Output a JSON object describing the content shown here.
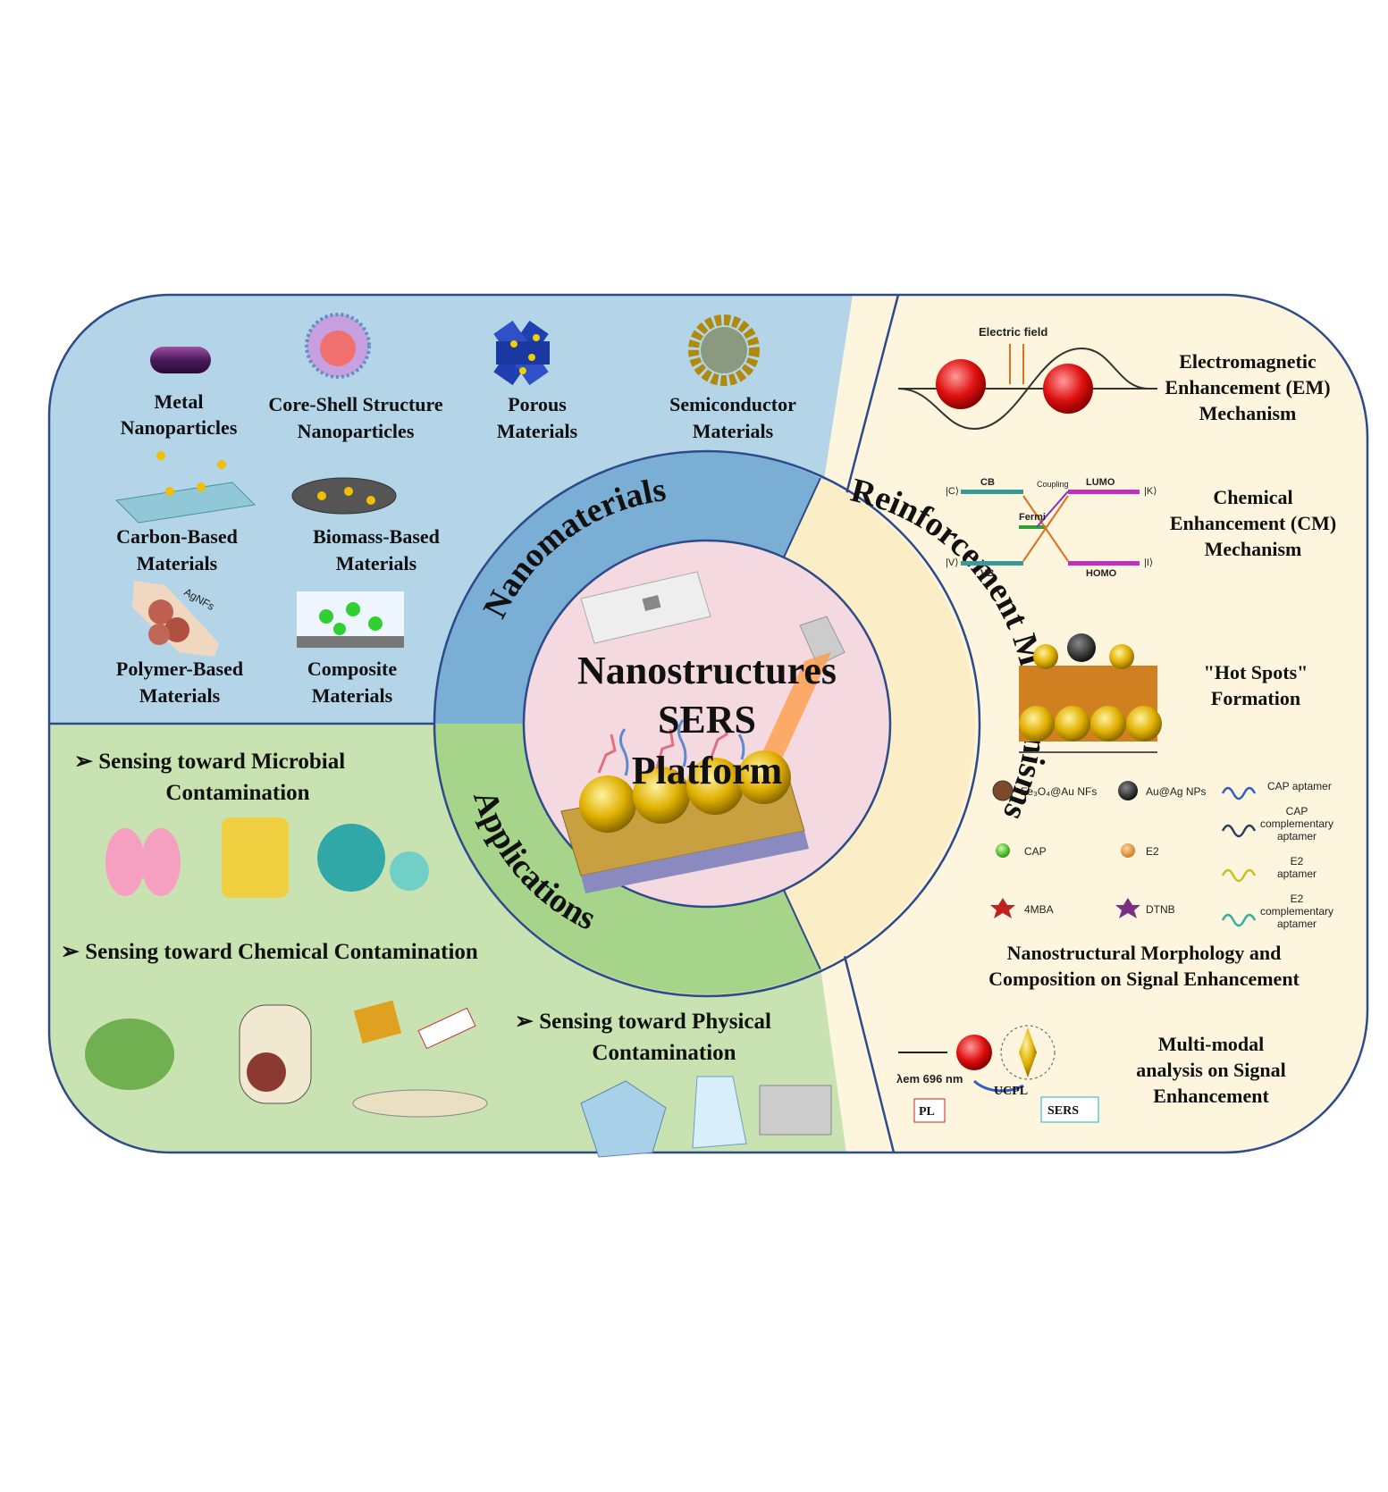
{
  "center": {
    "line1": "Nanostructures",
    "line2": "SERS",
    "line3": "Platform"
  },
  "ring": {
    "nanomaterials": "Nanomaterials",
    "mechanisms": "Reinforcement Mechanisms",
    "applications": "Applications"
  },
  "nanomaterials": {
    "metal": [
      "Metal",
      "Nanoparticles"
    ],
    "coreshell": [
      "Core-Shell Structure",
      "Nanoparticles"
    ],
    "porous": [
      "Porous",
      "Materials"
    ],
    "semiconductor": [
      "Semiconductor",
      "Materials"
    ],
    "carbon": [
      "Carbon-Based",
      "Materials"
    ],
    "biomass": [
      "Biomass-Based",
      "Materials"
    ],
    "polymer": [
      "Polymer-Based",
      "Materials"
    ],
    "composite": [
      "Composite",
      "Materials"
    ],
    "agnfs": "AgNFs"
  },
  "mechanisms": {
    "em": [
      "Electromagnetic",
      "Enhancement (EM)",
      "Mechanism"
    ],
    "em_field": "Electric field",
    "cm": [
      "Chemical",
      "Enhancement (CM)",
      "Mechanism"
    ],
    "cm_labels": {
      "cb": "CB",
      "vb": "VB",
      "lumo": "LUMO",
      "homo": "HOMO",
      "fermi": "Fermi",
      "coupling": "Coupling",
      "c": "|C⟩",
      "v": "|V⟩",
      "k": "|K⟩",
      "i": "|I⟩"
    },
    "hotspots": [
      "\"Hot Spots\"",
      "Formation"
    ],
    "legend": {
      "fe3o4": "Fe₃O₄@Au NFs",
      "auag": "Au@Ag NPs",
      "cap_apt": "CAP aptamer",
      "cap_comp": [
        "CAP",
        "complementary",
        "aptamer"
      ],
      "cap": "CAP",
      "e2": "E2",
      "e2_apt": [
        "E2",
        "aptamer"
      ],
      "mba": "4MBA",
      "dtnb": "DTNB",
      "e2_comp": [
        "E2",
        "complementary",
        "aptamer"
      ]
    },
    "morph": [
      "Nanostructural Morphology and",
      "Composition on Signal Enhancement"
    ],
    "multimodal": [
      "Multi-modal",
      "analysis on Signal",
      "Enhancement"
    ],
    "mm_labels": {
      "lambda": "λem 696 nm",
      "pl": "PL",
      "ucpl": "UCPL",
      "sers": "SERS"
    }
  },
  "applications": {
    "microbial": [
      "➢ Sensing toward Microbial",
      "Contamination"
    ],
    "chemical": "➢ Sensing toward Chemical Contamination",
    "physical": [
      "➢ Sensing toward Physical",
      "Contamination"
    ]
  },
  "colors": {
    "blue": "#b4d4e8",
    "blue_ring": "#7aaed4",
    "cream": "#fdf5dd",
    "cream_ring": "#fbeec7",
    "green": "#c8e2b2",
    "green_ring": "#a6d48a",
    "center": "#f5d9e0",
    "border": "#2d4a8a"
  }
}
